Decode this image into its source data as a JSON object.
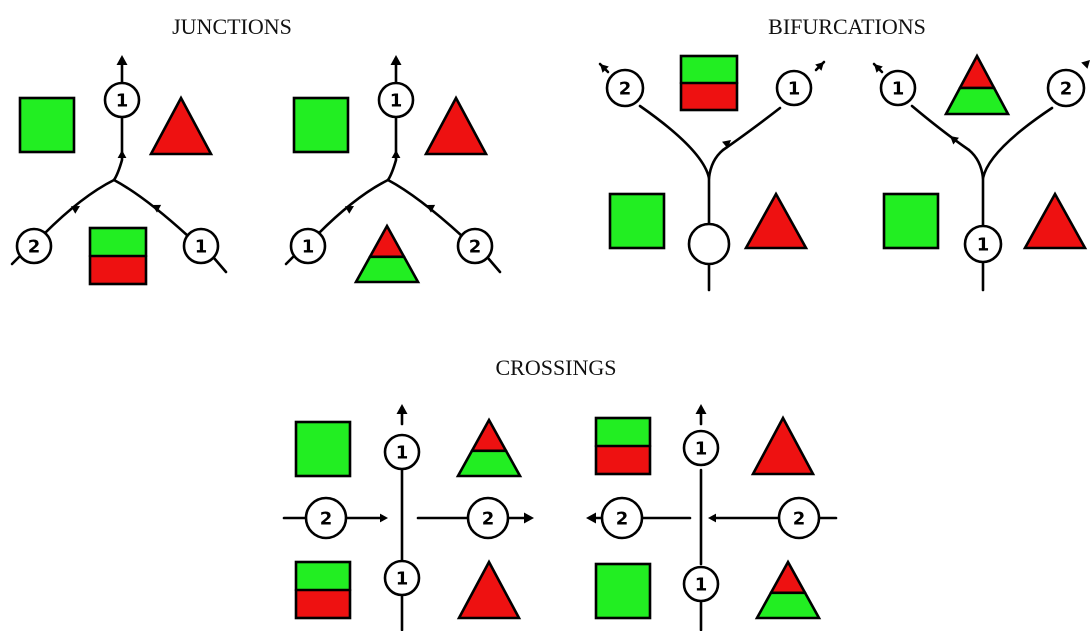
{
  "titles": {
    "junctions": "JUNCTIONS",
    "bifurcations": "BIFURCATIONS",
    "crossings": "CROSSINGS"
  },
  "colors": {
    "green": "#22ee22",
    "red": "#ee1111",
    "stroke": "#000000"
  },
  "labels": {
    "one": "1",
    "two": "2"
  }
}
